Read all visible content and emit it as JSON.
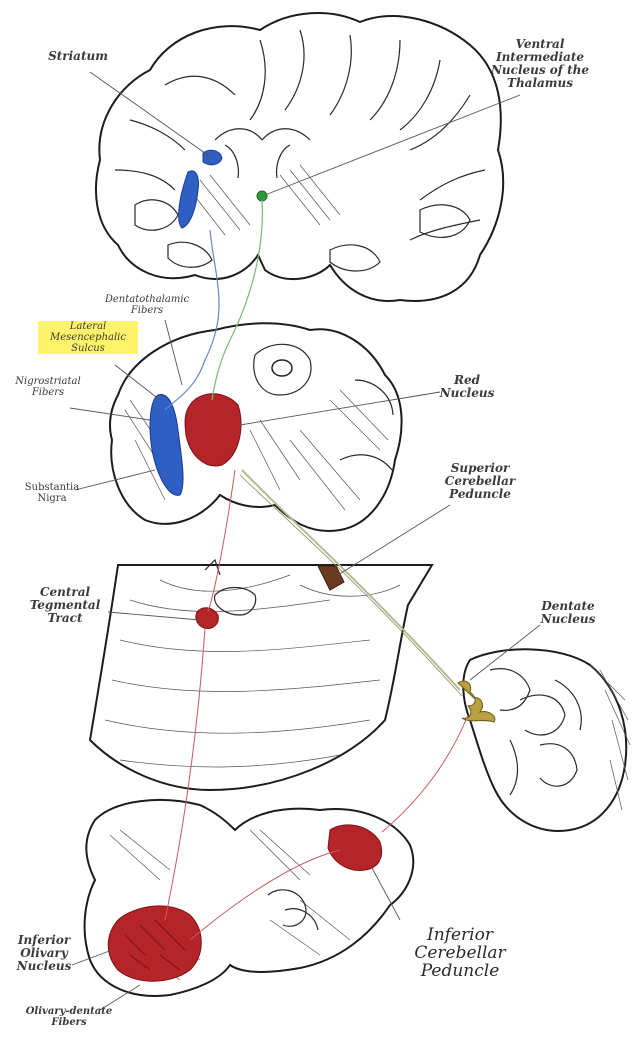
{
  "colors": {
    "striatum": "#2f5fc4",
    "substantia_nigra": "#2f5fc4",
    "thalamus": "#2e9a3c",
    "red_nucleus": "#b52428",
    "olive": "#b52428",
    "dentate": "#b8a040",
    "highlight": "#fff36a"
  },
  "labels": {
    "striatum": "Striatum",
    "ventral_intermediate": "Ventral\nIntermediate\nNucleus of the\nThalamus",
    "dentatothalamic": "Dentatothalamic\nFibers",
    "lateral_mesencephalic": "Lateral\nMesencephalic\nSulcus",
    "nigrostriatal": "Nigrostriatal\nFibers",
    "red_nucleus": "Red\nNucleus",
    "substantia_nigra": "Substantia\nNigra",
    "superior_cerebellar": "Superior\nCerebellar\nPeduncle",
    "central_tegmental": "Central\nTegmental\nTract",
    "dentate_nucleus": "Dentate\nNucleus",
    "inferior_olivary": "Inferior\nOlivary\nNucleus",
    "inferior_cerebellar": "Inferior\nCerebellar\nPeduncle",
    "olivary_dentate": "Olivary-dentate\nFibers"
  }
}
